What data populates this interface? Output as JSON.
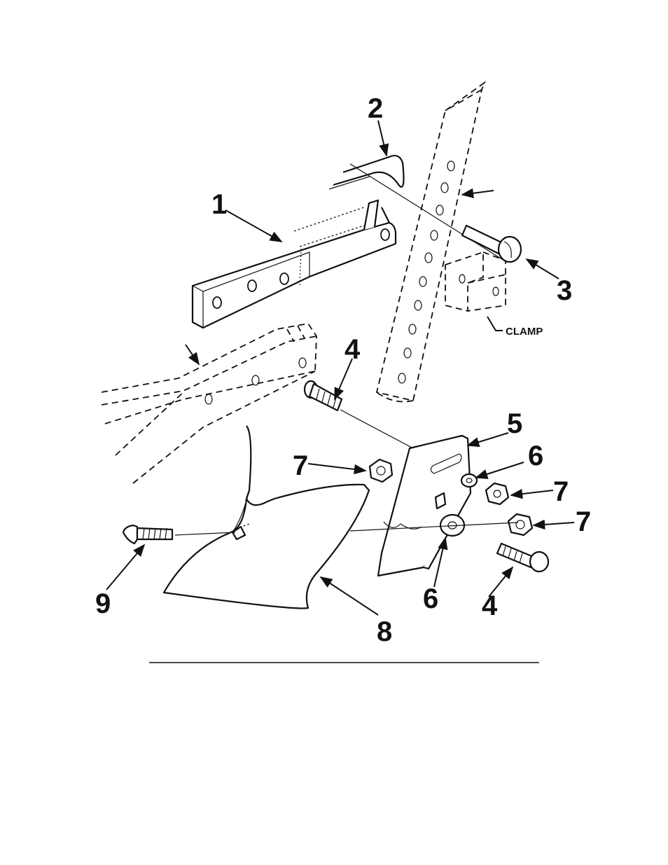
{
  "callouts": {
    "c1": "1",
    "c2": "2",
    "c3": "3",
    "c4a": "4",
    "c4b": "4",
    "c5": "5",
    "c6a": "6",
    "c6b": "6",
    "c7a": "7",
    "c7b": "7",
    "c7c": "7",
    "c8": "8",
    "c9": "9"
  },
  "labels": {
    "clamp": "CLAMP"
  },
  "colors": {
    "ink": "#111111",
    "paper": "#ffffff"
  }
}
